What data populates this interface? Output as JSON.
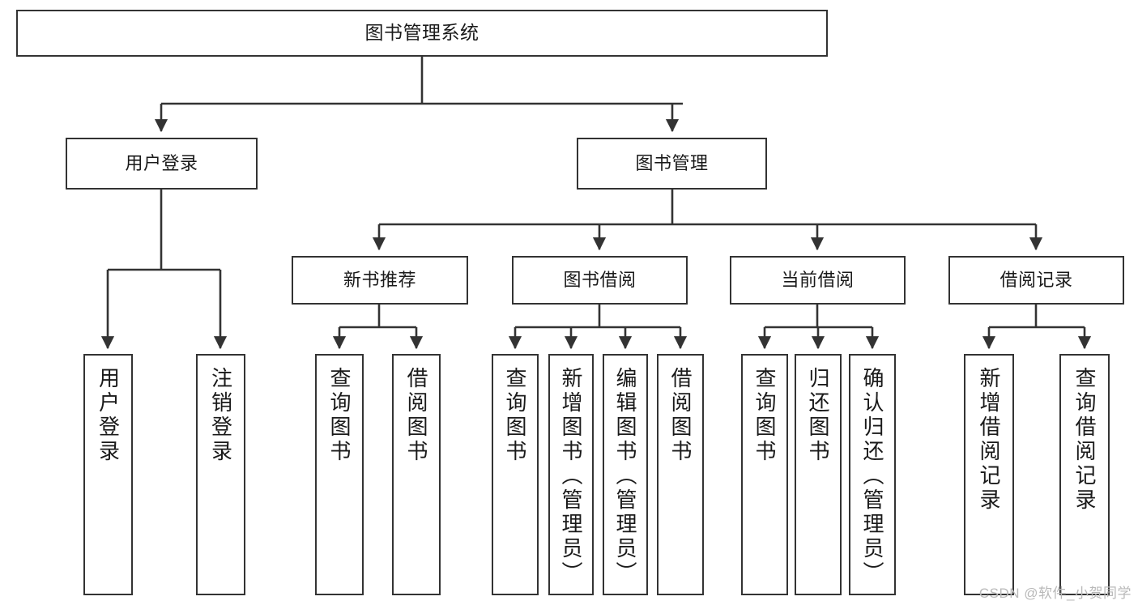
{
  "diagram": {
    "title": "图书管理系统",
    "type": "tree-hierarchy-diagram",
    "orientation": "top-down",
    "colors": {
      "stroke": "#333333",
      "fill": "#ffffff",
      "text": "#1a1a1a",
      "watermark": "#b9b9b9"
    },
    "watermark": "CSDN @软件_小贺同学"
  },
  "nodes": {
    "root": {
      "label": "图书管理系统",
      "level": 0,
      "text_direction": "horizontal"
    },
    "level1": [
      {
        "id": "user-login",
        "label": "用户登录",
        "text_direction": "horizontal"
      },
      {
        "id": "book-management",
        "label": "图书管理",
        "text_direction": "horizontal"
      }
    ],
    "level2": [
      {
        "id": "new-book-recommend",
        "label": "新书推荐",
        "parent": "book-management",
        "text_direction": "horizontal"
      },
      {
        "id": "book-borrow",
        "label": "图书借阅",
        "parent": "book-management",
        "text_direction": "horizontal"
      },
      {
        "id": "current-borrow",
        "label": "当前借阅",
        "parent": "book-management",
        "text_direction": "horizontal"
      },
      {
        "id": "borrow-record",
        "label": "借阅记录",
        "parent": "book-management",
        "text_direction": "horizontal"
      }
    ],
    "leaves": [
      {
        "id": "leaf-user-login",
        "label": "用户登录",
        "parent": "user-login",
        "text_direction": "vertical"
      },
      {
        "id": "leaf-user-logout",
        "label": "注销登录",
        "parent": "user-login",
        "text_direction": "vertical"
      },
      {
        "id": "leaf-query-book-1",
        "label": "查询图书",
        "parent": "new-book-recommend",
        "text_direction": "vertical"
      },
      {
        "id": "leaf-borrow-book-1",
        "label": "借阅图书",
        "parent": "new-book-recommend",
        "text_direction": "vertical"
      },
      {
        "id": "leaf-query-book-2",
        "label": "查询图书",
        "parent": "book-borrow",
        "text_direction": "vertical"
      },
      {
        "id": "leaf-add-book",
        "label": "新增图书（管理员）",
        "parent": "book-borrow",
        "text_direction": "vertical"
      },
      {
        "id": "leaf-edit-book",
        "label": "编辑图书（管理员）",
        "parent": "book-borrow",
        "text_direction": "vertical"
      },
      {
        "id": "leaf-borrow-book-2",
        "label": "借阅图书",
        "parent": "book-borrow",
        "text_direction": "vertical"
      },
      {
        "id": "leaf-query-book-3",
        "label": "查询图书",
        "parent": "current-borrow",
        "text_direction": "vertical"
      },
      {
        "id": "leaf-return-book",
        "label": "归还图书",
        "parent": "current-borrow",
        "text_direction": "vertical"
      },
      {
        "id": "leaf-confirm-return",
        "label": "确认归还（管理员）",
        "parent": "current-borrow",
        "text_direction": "vertical"
      },
      {
        "id": "leaf-add-record",
        "label": "新增借阅记录",
        "parent": "borrow-record",
        "text_direction": "vertical"
      },
      {
        "id": "leaf-query-record",
        "label": "查询借阅记录",
        "parent": "borrow-record",
        "text_direction": "vertical"
      }
    ]
  }
}
